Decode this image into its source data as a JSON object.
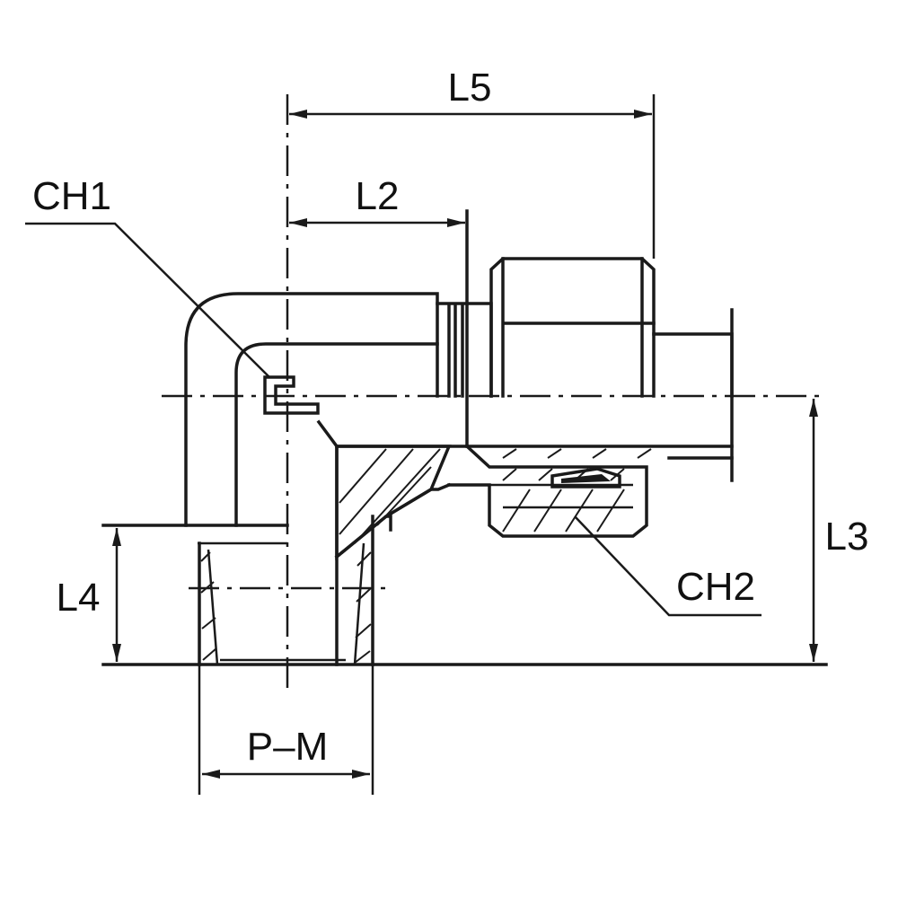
{
  "labels": {
    "l5": "L5",
    "l2": "L2",
    "ch1": "CH1",
    "l3": "L3",
    "l4": "L4",
    "ch2": "CH2",
    "pm": "P–M"
  }
}
